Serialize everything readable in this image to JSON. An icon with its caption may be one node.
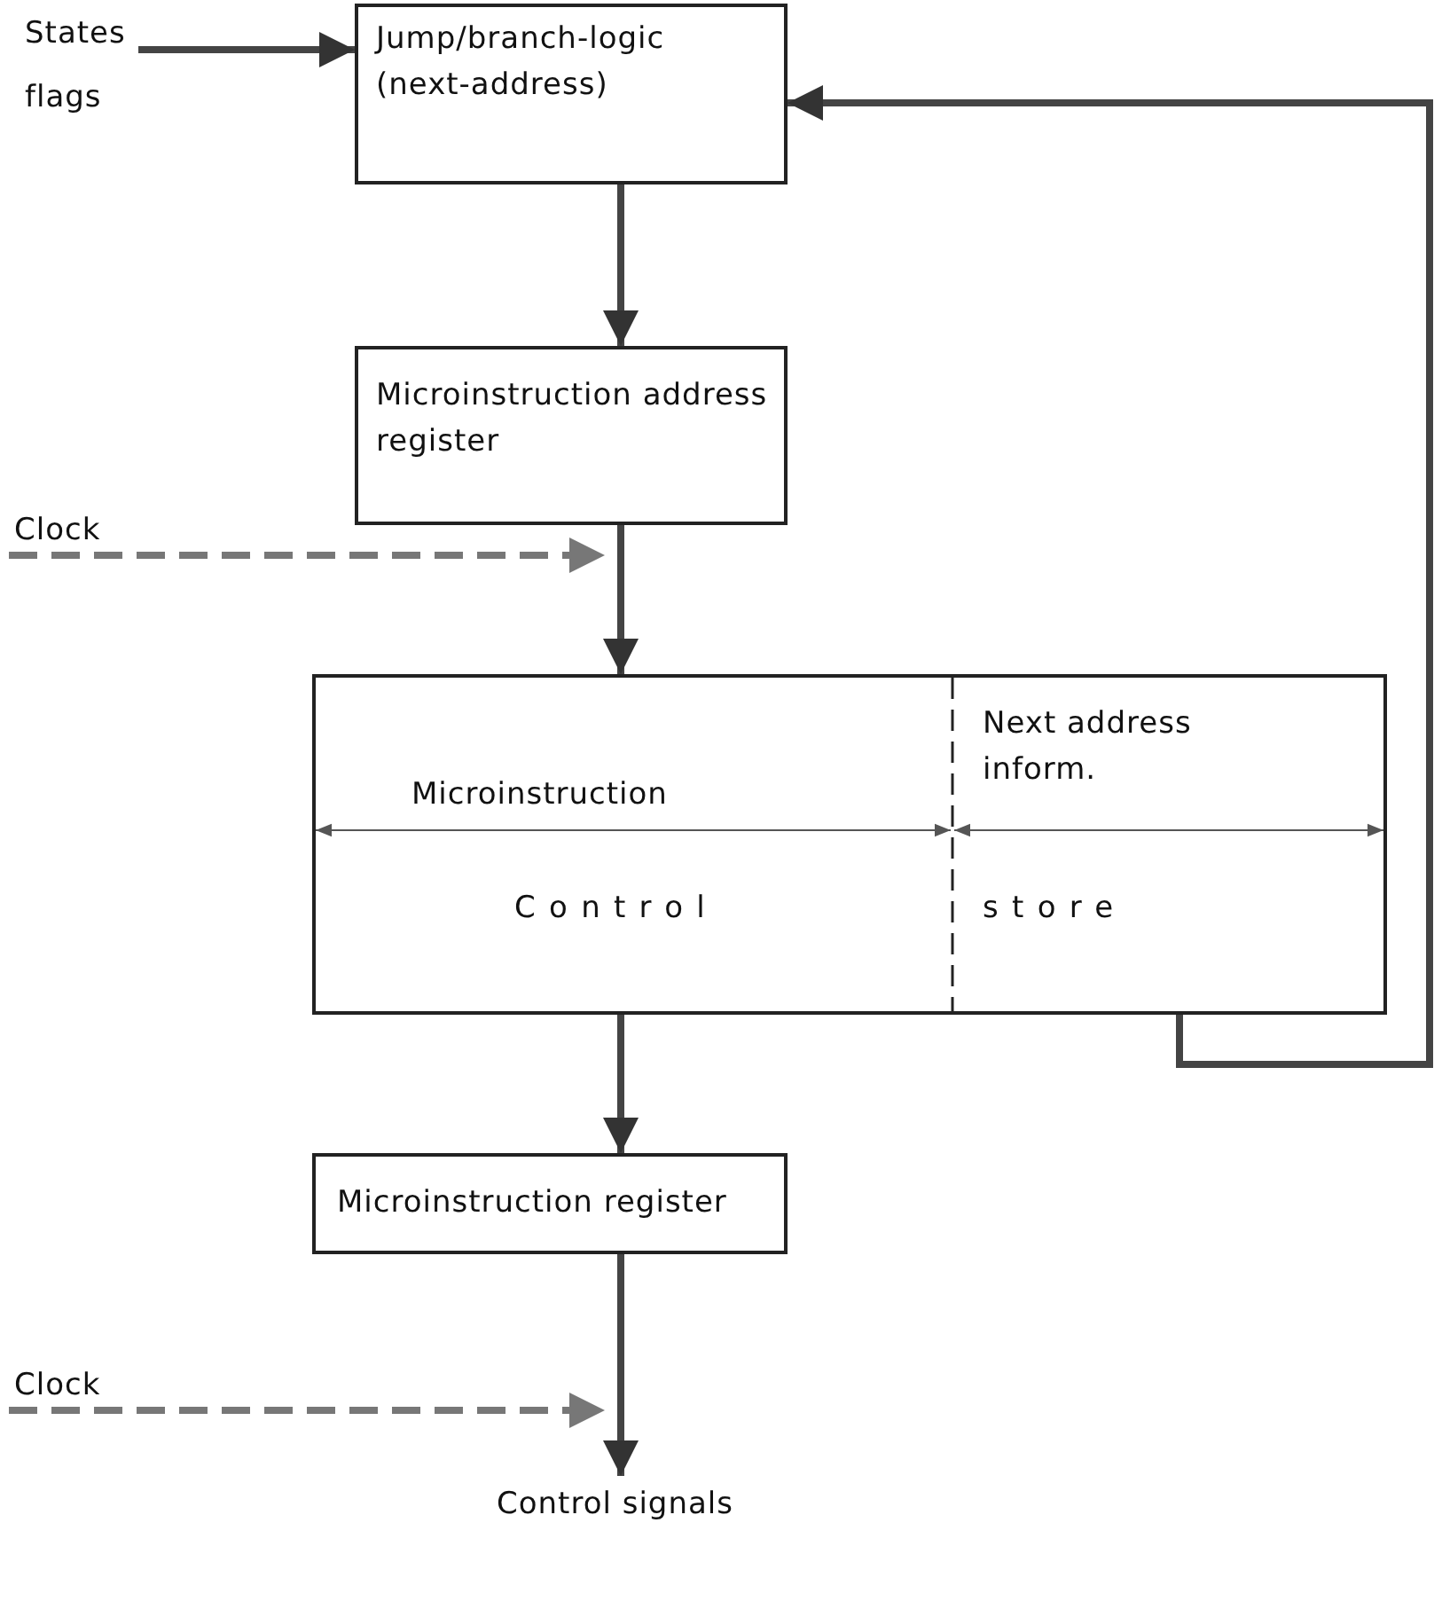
{
  "diagram": {
    "nodes": [
      {
        "text": [
          "States flags"
        ]
      },
      {
        "text": [
          "Jump/branch-logic (next-address)"
        ]
      },
      {
        "text": [
          "Microinstruction address register"
        ]
      },
      {
        "text": [
          "Clock"
        ]
      },
      {
        "text": [
          "Microinstruction",
          "Next address inform.",
          "Control",
          "store"
        ]
      },
      {
        "text": [
          "Microinstruction register"
        ]
      },
      {
        "text": [
          "Clock"
        ]
      },
      {
        "text": [
          "Control signals"
        ]
      }
    ],
    "edges": [
      {
        "from": 0,
        "to": 1,
        "arrow": "to"
      },
      {
        "from": 4,
        "to": 1,
        "arrow": "to"
      },
      {
        "from": 1,
        "to": 2,
        "arrow": "to"
      },
      {
        "from": 2,
        "to": 4,
        "arrow": "to"
      },
      {
        "from": 3,
        "to": 2,
        "arrow": "to",
        "style": "dashed"
      },
      {
        "from": 4,
        "to": 5,
        "arrow": "to"
      },
      {
        "from": 5,
        "to": 7,
        "arrow": "to"
      },
      {
        "from": 6,
        "to": null,
        "arrow": "to",
        "style": "dashed"
      }
    ]
  }
}
